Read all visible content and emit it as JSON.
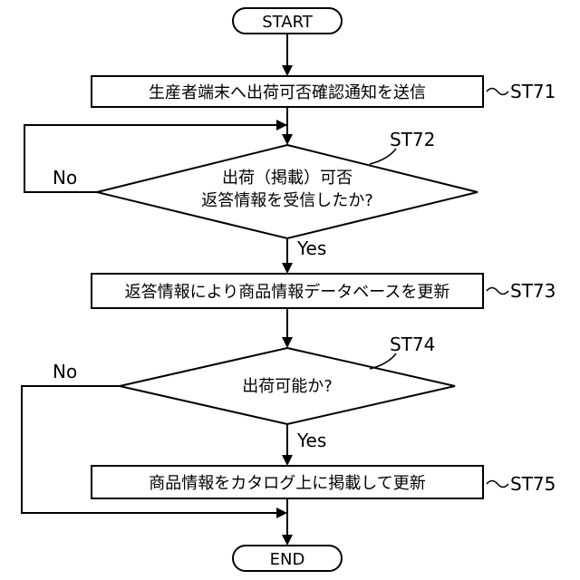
{
  "nodes": {
    "start": {
      "label": "START"
    },
    "st71": {
      "label": "生産者端末へ出荷可否確認通知を送信",
      "step": "ST71"
    },
    "st72": {
      "line1": "出荷（掲載）可否",
      "line2": "返答情報を受信したか?",
      "step": "ST72"
    },
    "st73": {
      "label": "返答情報により商品情報データベースを更新",
      "step": "ST73"
    },
    "st74": {
      "label": "出荷可能か?",
      "step": "ST74"
    },
    "st75": {
      "label": "商品情報をカタログ上に掲載して更新",
      "step": "ST75"
    },
    "end": {
      "label": "END"
    }
  },
  "edges": {
    "st72_no": "No",
    "st72_yes": "Yes",
    "st74_no": "No",
    "st74_yes": "Yes"
  }
}
